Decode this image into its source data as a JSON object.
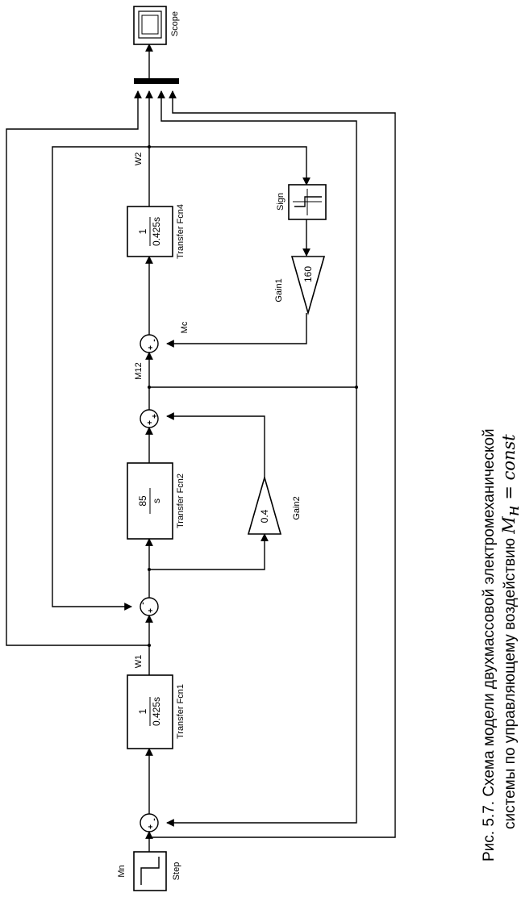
{
  "blocks": {
    "scope": {
      "label": "Scope"
    },
    "step": {
      "label": "Step",
      "signal_label": "Mn"
    },
    "tf1": {
      "num": "1",
      "den": "0.425s",
      "label": "Transfer Fcn1"
    },
    "tf2": {
      "num": "85",
      "den": "s",
      "label": "Transfer Fcn2"
    },
    "tf4": {
      "num": "1",
      "den": "0.425s",
      "label": "Transfer Fcn4"
    },
    "gain1": {
      "value": "160",
      "label": "Gain1"
    },
    "gain2": {
      "value": "0.4",
      "label": "Gain2"
    },
    "sign": {
      "label": "Sign"
    }
  },
  "signals": {
    "w1": "W1",
    "w2": "W2",
    "m12": "M12",
    "mc": "Mc"
  },
  "sums": {
    "sum1": {
      "a": "+",
      "b": "-"
    },
    "sum2": {
      "a": "+",
      "b": "-"
    },
    "sum3": {
      "a": "+",
      "b": "+"
    },
    "sum4": {
      "a": "+",
      "b": "-"
    }
  },
  "caption": {
    "line1": "Рис. 5.7. Схема модели двухмассовой электромеханической",
    "line2": "системы по управляющему воздействию ",
    "math": "M",
    "math_sub": "н",
    "math_rest": " = const"
  }
}
